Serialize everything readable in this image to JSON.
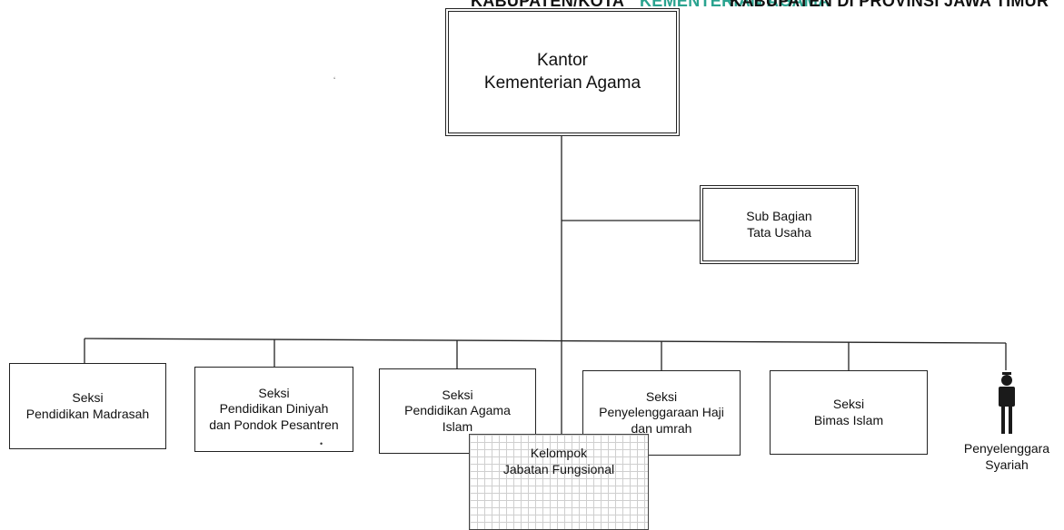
{
  "header": {
    "title_dark": "KABUPATEN/KOTA",
    "title_teal": "KEMENTERIAN AGAMA",
    "title_dark2": "KABUPATEN DI PROVINSI JAWA TIMUR",
    "teal_color": "#2aa38f"
  },
  "nodes": {
    "kantor": "Kantor\nKementerian Agama",
    "sub_bagian": "Sub Bagian\nTata Usaha",
    "seksi_madrasah": "Seksi\nPendidikan Madrasah",
    "seksi_diniyah": "Seksi\nPendidikan Diniyah\ndan Pondok Pesantren",
    "seksi_agama_islam": "Seksi\nPendidikan Agama\nIslam",
    "seksi_haji": "Seksi\nPenyelenggaraan Haji\ndan umrah",
    "seksi_bimas": "Seksi\nBimas Islam",
    "penyelenggara": "Penyelenggara\nSyariah",
    "kelompok": "Kelompok\nJabatan Fungsional"
  },
  "icons": {
    "person": "person-icon"
  }
}
